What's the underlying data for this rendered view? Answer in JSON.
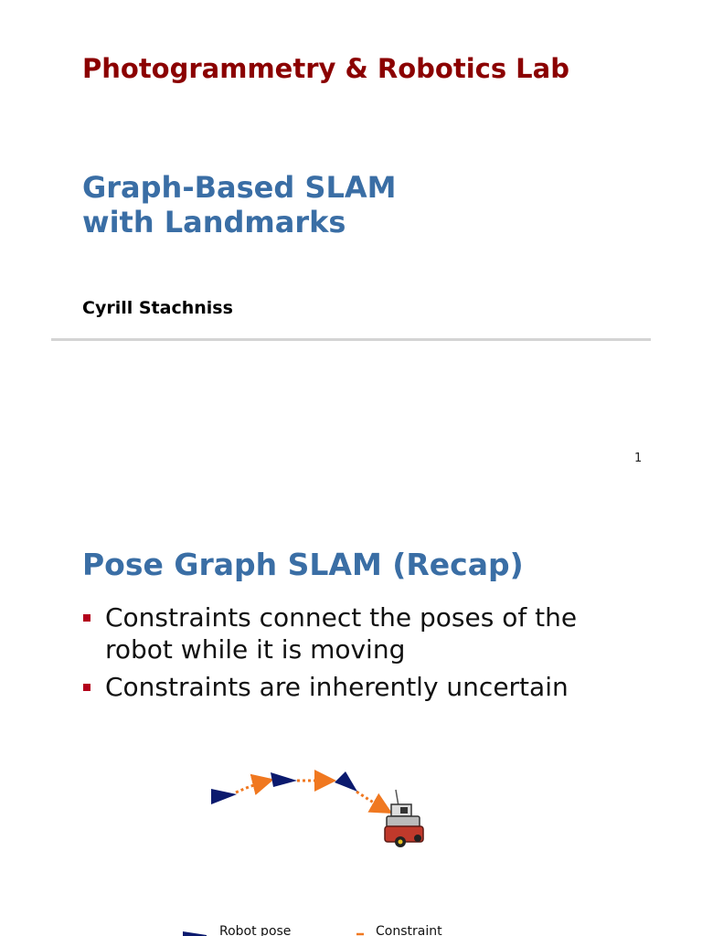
{
  "header": {
    "lab_title": "Photogrammetry & Robotics Lab",
    "deck_title_line1": "Graph-Based SLAM",
    "deck_title_line2": "with Landmarks",
    "author": "Cyrill Stachniss",
    "page_number": "1"
  },
  "slide": {
    "title": "Pose Graph SLAM (Recap)",
    "bullets": [
      "Constraints connect the poses of the robot while it is moving",
      "Constraints are inherently uncertain"
    ]
  },
  "legend": {
    "robot_pose_label": "Robot pose",
    "constraint_label": "Constraint"
  },
  "colors": {
    "lab_title": "#8b0000",
    "headings": "#3a6ea5",
    "bullet_marker": "#b3001b",
    "pose_marker": "#0b1a6e",
    "constraint": "#f07820",
    "divider": "#d4d4d4"
  },
  "icons": [
    "bullet-square-icon",
    "robot-pose-icon",
    "constraint-arrow-icon",
    "robot-icon"
  ]
}
